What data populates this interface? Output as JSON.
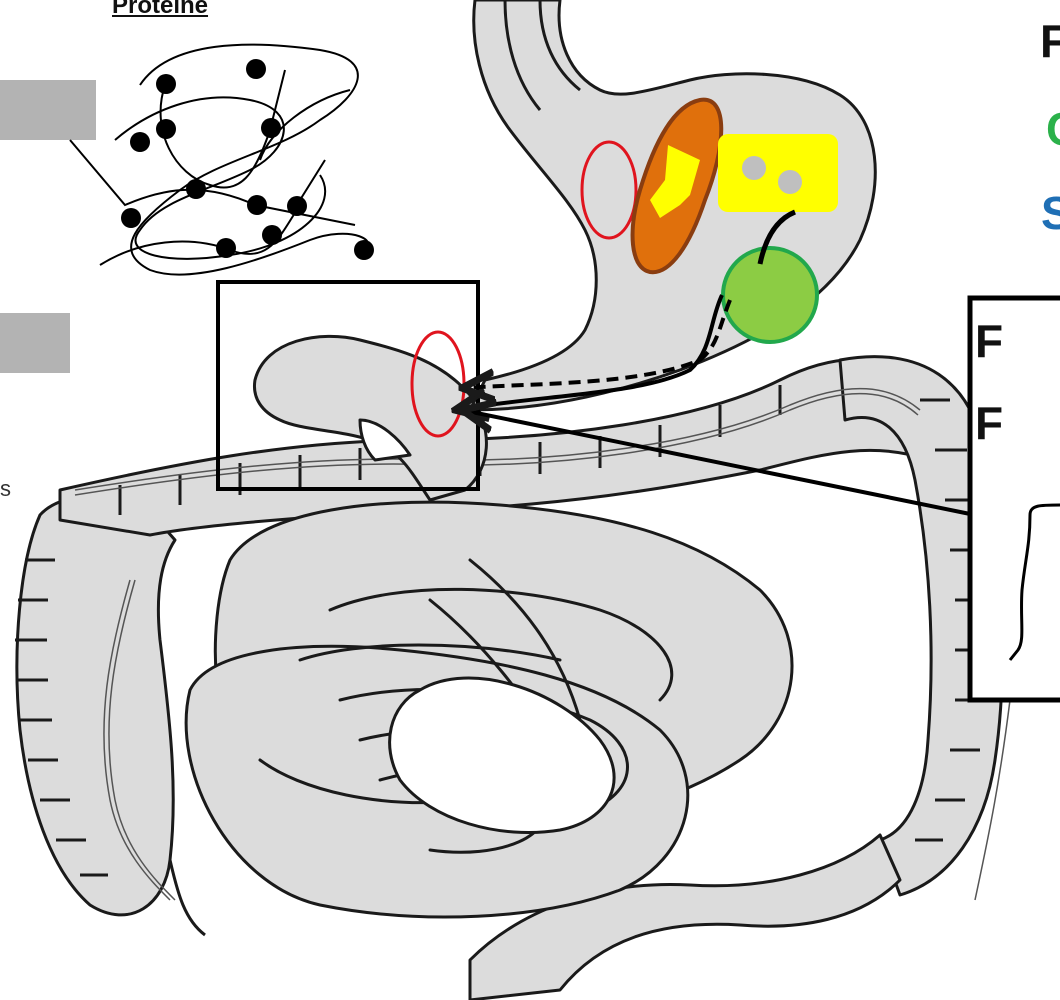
{
  "labels": {
    "protein_title": "Proteine",
    "right_letter_top": "F",
    "right_letter_green": "C",
    "right_letter_blue": "S",
    "box_letter_1": "F",
    "box_letter_2": "F",
    "left_edge_char": "s"
  },
  "colors": {
    "organ_fill": "#dcdcdc",
    "outline": "#1a1a1a",
    "red_ring": "#e0141e",
    "orange_organ": "#e0700c",
    "orange_outline": "#8a3d10",
    "yellow": "#ffff00",
    "green": "#8ccc44",
    "green_outline": "#22a84c",
    "gray_box": "#b3b3b3",
    "blue_text": "#1f6fb5",
    "green_text": "#2bb14a"
  }
}
